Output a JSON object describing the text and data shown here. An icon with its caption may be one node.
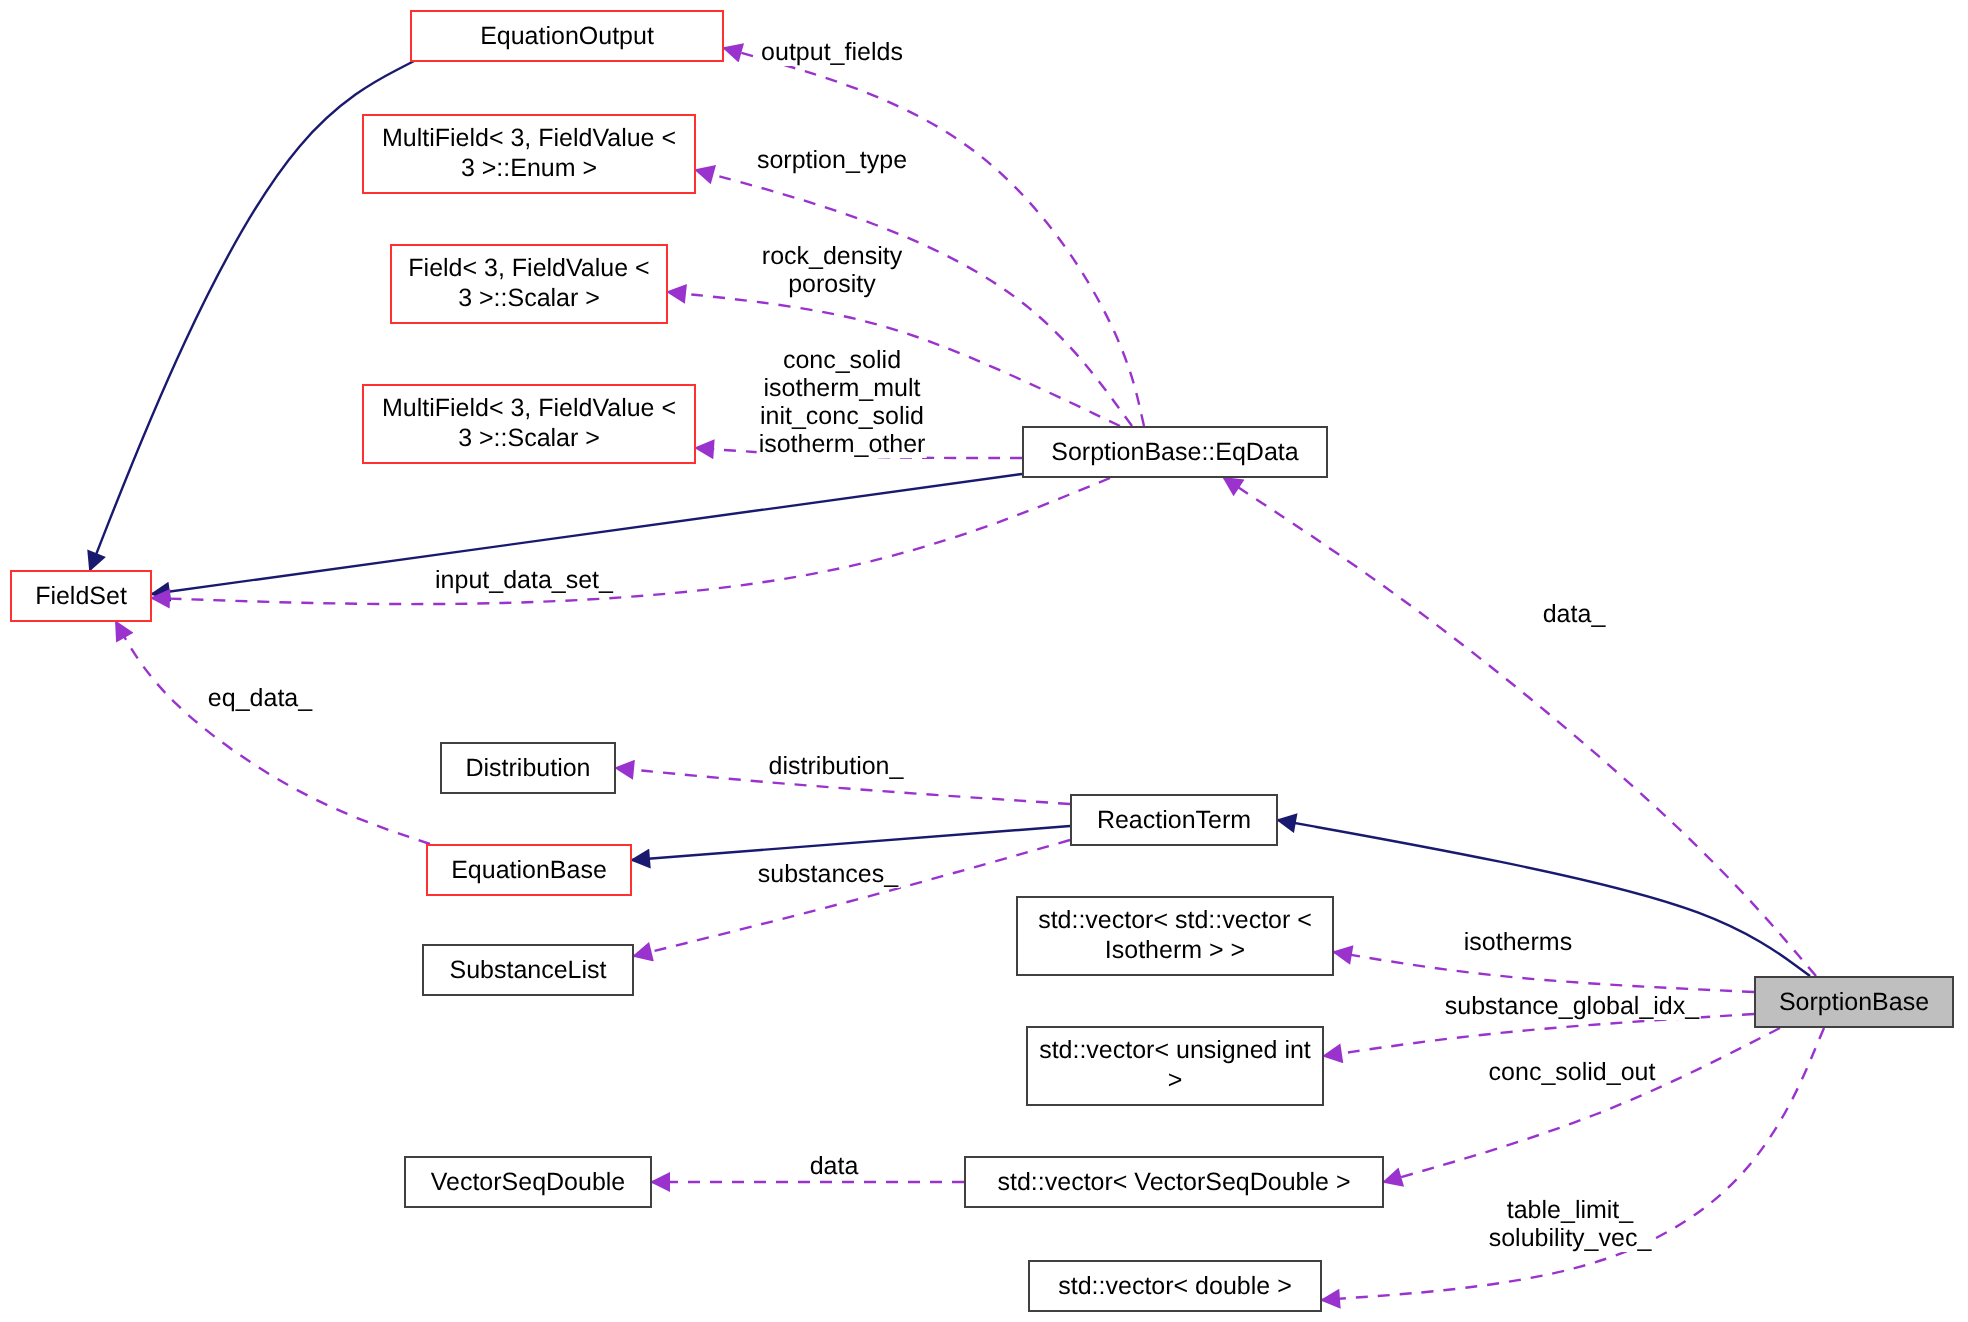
{
  "diagram": {
    "nodes": [
      {
        "text": [
          "EquationOutput"
        ]
      },
      {
        "text": [
          "MultiField< 3, FieldValue < 3 >::Enum >"
        ]
      },
      {
        "text": [
          "Field< 3, FieldValue < 3 >::Scalar >"
        ]
      },
      {
        "text": [
          "MultiField< 3, FieldValue < 3 >::Scalar >"
        ]
      },
      {
        "text": [
          "FieldSet"
        ]
      },
      {
        "text": [
          "SorptionBase::EqData"
        ]
      },
      {
        "text": [
          "Distribution"
        ]
      },
      {
        "text": [
          "ReactionTerm"
        ]
      },
      {
        "text": [
          "EquationBase"
        ]
      },
      {
        "text": [
          "SubstanceList"
        ]
      },
      {
        "text": [
          "std::vector< std::vector < Isotherm > >"
        ]
      },
      {
        "text": [
          "SorptionBase"
        ]
      },
      {
        "text": [
          "std::vector< unsigned int >"
        ]
      },
      {
        "text": [
          "VectorSeqDouble"
        ]
      },
      {
        "text": [
          "std::vector< VectorSeqDouble >"
        ]
      },
      {
        "text": [
          "std::vector< double >"
        ]
      }
    ],
    "edges": [
      {
        "from": 0,
        "to": 4,
        "arrow": "to",
        "color": "#191970"
      },
      {
        "from": 5,
        "to": 0,
        "arrow": "to",
        "label": "output_fields",
        "style": "dashed"
      },
      {
        "from": 5,
        "to": 1,
        "arrow": "to",
        "label": "sorption_type",
        "style": "dashed"
      },
      {
        "from": 5,
        "to": 2,
        "arrow": "to",
        "label": "rock_density porosity",
        "style": "dashed"
      },
      {
        "from": 5,
        "to": 3,
        "arrow": "to",
        "label": "conc_solid isotherm_mult init_conc_solid isotherm_other",
        "style": "dashed"
      },
      {
        "from": 5,
        "to": 4,
        "arrow": "to",
        "color": "#191970"
      },
      {
        "from": 5,
        "to": 4,
        "arrow": "to",
        "label": "input_data_set_",
        "style": "dashed"
      },
      {
        "from": 8,
        "to": 4,
        "arrow": "to",
        "label": "eq_data_",
        "style": "dashed"
      },
      {
        "from": 7,
        "to": 6,
        "arrow": "to",
        "label": "distribution_",
        "style": "dashed"
      },
      {
        "from": 7,
        "to": 8,
        "arrow": "to",
        "color": "#191970"
      },
      {
        "from": 7,
        "to": 9,
        "arrow": "to",
        "label": "substances_",
        "style": "dashed"
      },
      {
        "from": 11,
        "to": 5,
        "arrow": "to",
        "label": "data_",
        "style": "dashed"
      },
      {
        "from": 11,
        "to": 7,
        "arrow": "to",
        "color": "#191970"
      },
      {
        "from": 11,
        "to": 10,
        "arrow": "to",
        "label": "isotherms",
        "style": "dashed"
      },
      {
        "from": 11,
        "to": 12,
        "arrow": "to",
        "label": "substance_global_idx_",
        "style": "dashed"
      },
      {
        "from": 11,
        "to": 14,
        "arrow": "to",
        "label": "conc_solid_out",
        "style": "dashed"
      },
      {
        "from": 14,
        "to": 13,
        "arrow": "to",
        "label": "data",
        "style": "dashed"
      },
      {
        "from": 11,
        "to": 15,
        "arrow": "to",
        "label": "table_limit_ solubility_vec_",
        "style": "dashed"
      }
    ]
  }
}
